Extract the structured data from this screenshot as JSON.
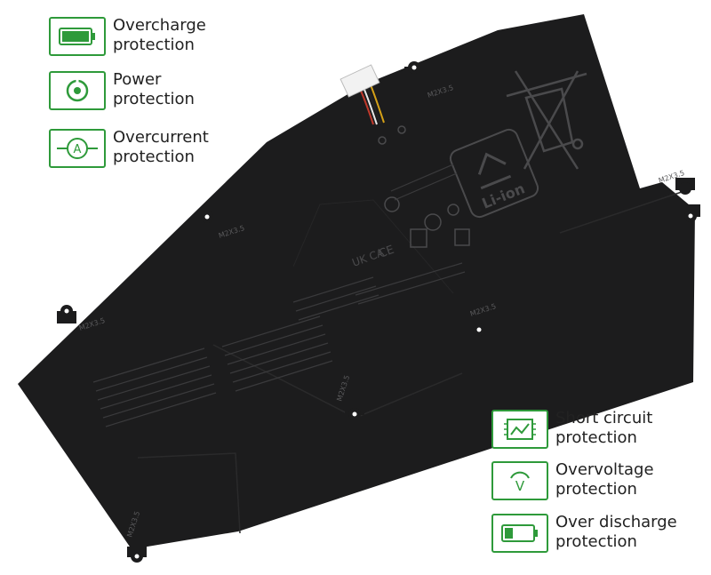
{
  "features_top": [
    {
      "icon": "battery-full-icon",
      "line1": "Overcharge",
      "line2": "protection"
    },
    {
      "icon": "power-target-icon",
      "line1": "Power",
      "line2": "protection"
    },
    {
      "icon": "ammeter-icon",
      "line1": "Overcurrent",
      "line2": "protection"
    }
  ],
  "features_bottom": [
    {
      "icon": "circuit-board-icon",
      "line1": "Short circuit",
      "line2": "protection"
    },
    {
      "icon": "voltmeter-icon",
      "line1": "Overvoltage",
      "line2": "protection"
    },
    {
      "icon": "battery-low-icon",
      "line1": "Over discharge",
      "line2": "protection"
    }
  ],
  "battery": {
    "screw_mark": "M2X3.5",
    "recycle_label": "Li-ion",
    "cert_marks": [
      "UK CA",
      "CE"
    ]
  },
  "colors": {
    "accent": "#2e9a3a",
    "battery_body": "#1c1c1d"
  }
}
